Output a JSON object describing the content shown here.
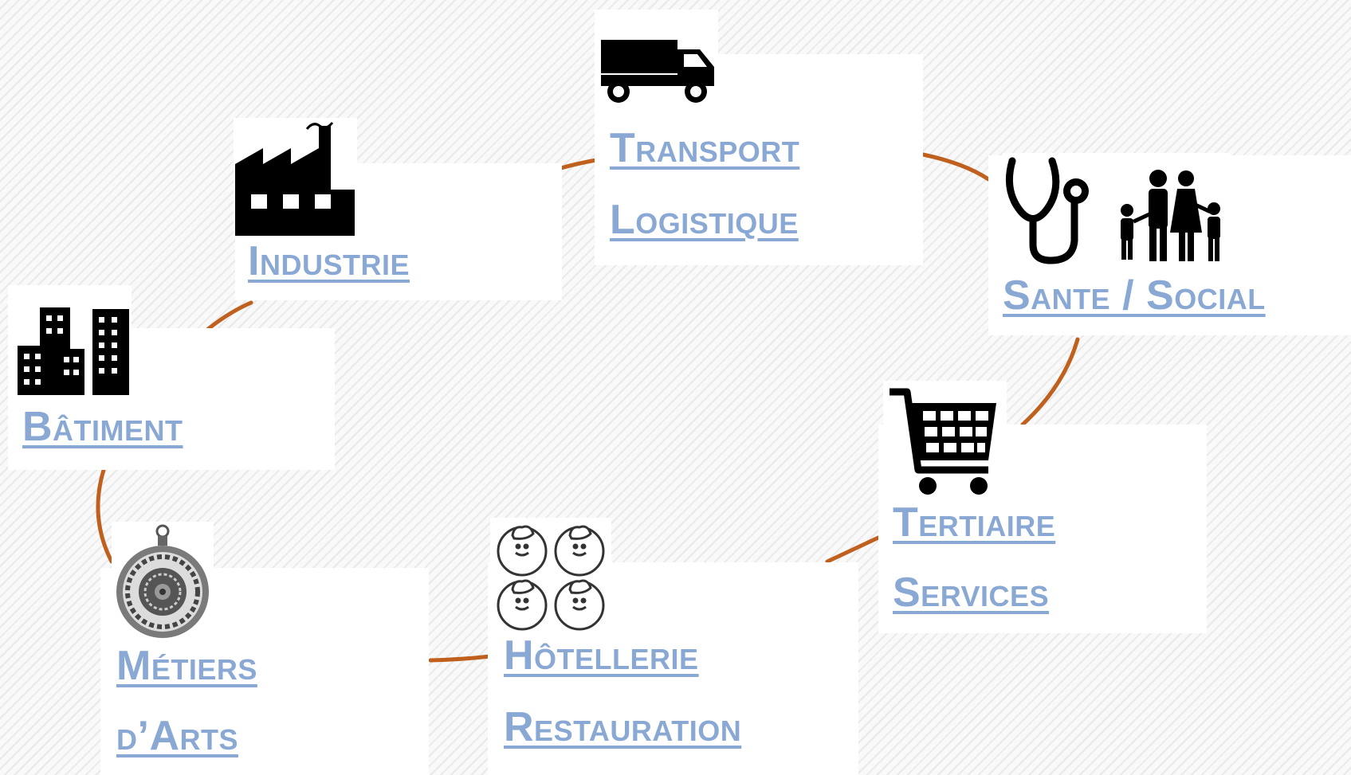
{
  "colors": {
    "link": "#8aa8d4",
    "connector": "#c0601e",
    "icon": "#000000",
    "panel": "#ffffff"
  },
  "sectors": {
    "transport": {
      "line1": "Transport",
      "line2": "Logistique",
      "icon": "truck-icon"
    },
    "industrie": {
      "line1": "Industrie",
      "icon": "factory-icon"
    },
    "sante": {
      "line1": "Sante / Social",
      "icon": "stethoscope-family-icon"
    },
    "batiment": {
      "line1": "Bâtiment",
      "icon": "buildings-icon"
    },
    "tertiaire": {
      "line1": "Tertiaire",
      "line2": "Services",
      "icon": "shopping-cart-icon"
    },
    "hotellerie": {
      "line1": "Hôtellerie",
      "line2": "Restauration",
      "icon": "chefs-icon"
    },
    "metiers": {
      "line1": "Métiers",
      "line2": "d’Arts",
      "icon": "medallion-icon"
    }
  }
}
